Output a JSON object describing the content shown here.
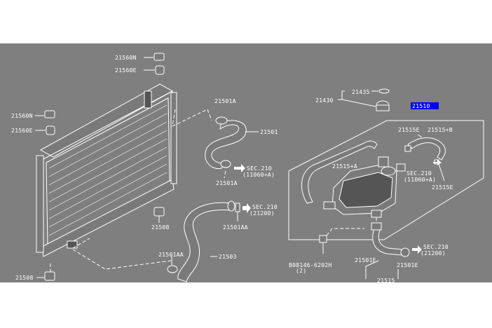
{
  "labels": {
    "l_21560n_top": "21560N",
    "l_21560e_top": "21560E",
    "l_21560n_left": "21560N",
    "l_21560e_left": "21560E",
    "l_21508_mid": "21508",
    "l_21508_bot": "21508",
    "l_21501a_top": "21501A",
    "l_21501": "21501",
    "l_21501a_bot": "21501A",
    "l_sec210_a": "SEC.210",
    "l_sec210_a2": "(11060+A)",
    "l_sec210_b": "SEC.210",
    "l_sec210_b2": "(21200)",
    "l_21501aa_r": "21501AA",
    "l_21501aa_l": "21501AA",
    "l_21503": "21503",
    "l_21430": "21430",
    "l_21435": "21435",
    "l_21510": "21510",
    "l_21515e_top": "21515E",
    "l_21515b": "21515+B",
    "l_21515a": "21515+A",
    "l_sec210_c": "SEC.210",
    "l_sec210_c2": "(11060+A)",
    "l_21515e_bot": "21515E",
    "l_bolt": "B08146-6202H",
    "l_bolt_qty": "(2)",
    "l_21501e_l": "21501E",
    "l_21501e_r": "21501E",
    "l_sec210_d": "SEC.210",
    "l_sec210_d2": "(21200)",
    "l_21515": "21515"
  },
  "colors": {
    "panel_bg": "#7f7f7f",
    "line": "#ffffff",
    "highlight": "#0000ff"
  }
}
